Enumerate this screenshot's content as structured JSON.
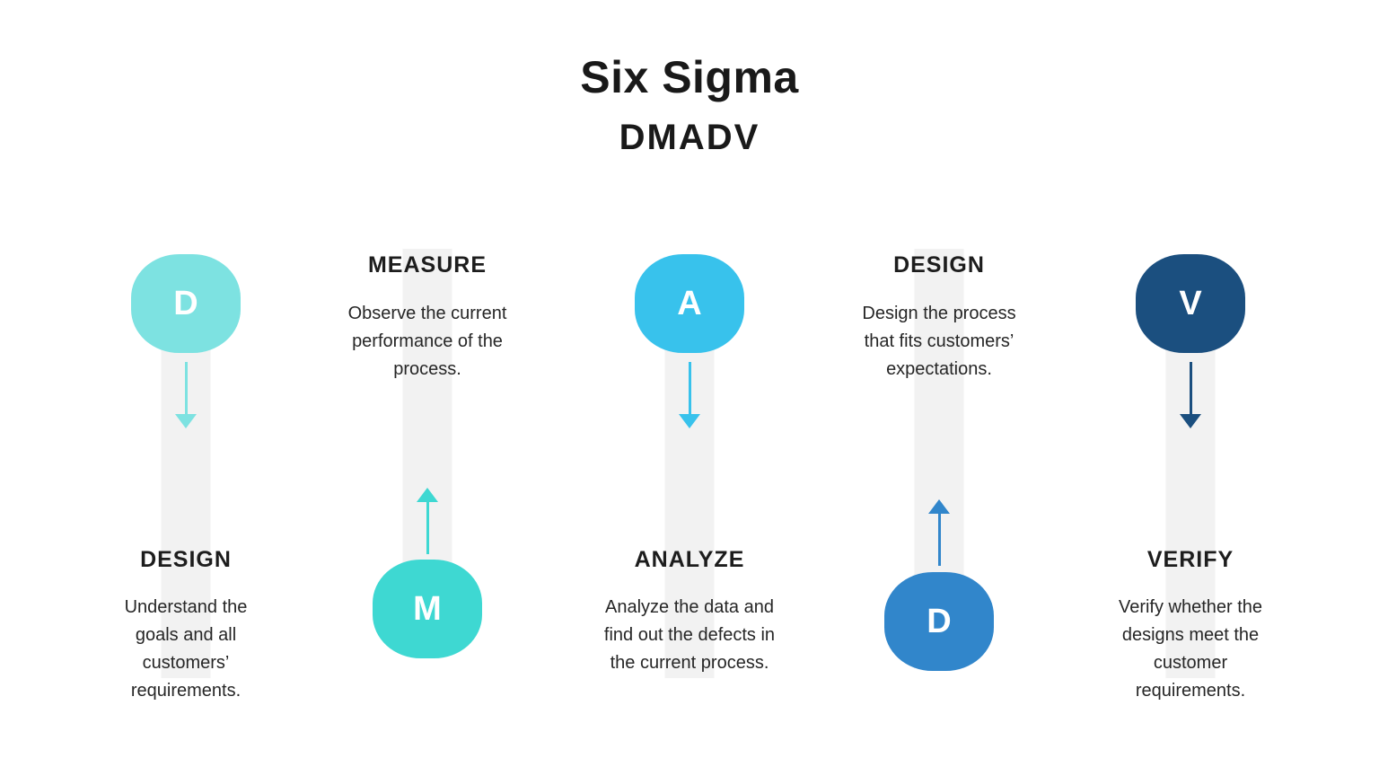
{
  "title": "Six Sigma",
  "subtitle": "DMADV",
  "colors": {
    "track": "#f2f2f2",
    "heading_text": "#1d1d1d",
    "body_text": "#262626",
    "badge_letter": "#ffffff"
  },
  "steps": [
    {
      "letter": "D",
      "heading": "DESIGN",
      "description_lines": [
        "Understand the",
        "goals and all",
        "customers’",
        "requirements."
      ],
      "color": "#7de2e1",
      "badge_position": "top",
      "arrow_direction": "down"
    },
    {
      "letter": "M",
      "heading": "MEASURE",
      "description_lines": [
        "Observe the current",
        "performance of the",
        "process."
      ],
      "color": "#3ed8d2",
      "badge_position": "bottom",
      "arrow_direction": "up"
    },
    {
      "letter": "A",
      "heading": "ANALYZE",
      "description_lines": [
        "Analyze the data and",
        "find out the defects in",
        "the current process."
      ],
      "color": "#38c2ec",
      "badge_position": "top",
      "arrow_direction": "down"
    },
    {
      "letter": "D",
      "heading": "DESIGN",
      "description_lines": [
        "Design the process",
        "that fits customers’",
        "expectations."
      ],
      "color": "#3186cb",
      "badge_position": "bottom",
      "arrow_direction": "up"
    },
    {
      "letter": "V",
      "heading": "VERIFY",
      "description_lines": [
        "Verify whether the",
        "designs meet the",
        "customer",
        "requirements."
      ],
      "color": "#1b4f7f",
      "badge_position": "top",
      "arrow_direction": "down"
    }
  ]
}
